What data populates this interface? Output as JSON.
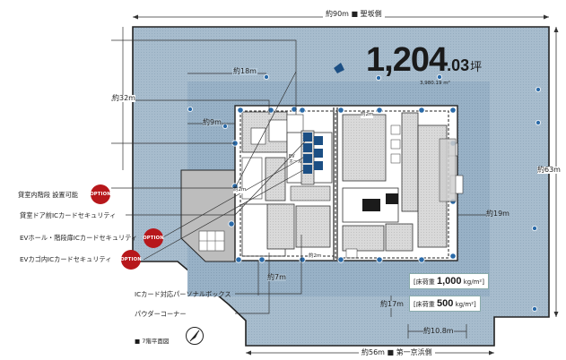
{
  "area": {
    "value_int": "1,204",
    "value_dec": ".03",
    "unit": "坪",
    "sqm": "3,980.19 m²"
  },
  "orientation": {
    "top": "聖坂側",
    "bottom": "第一京浜側"
  },
  "dimensions": {
    "top_width": "約90m",
    "bottom_width": "約56m",
    "right_height": "約63m",
    "left_height": "約32m",
    "inner_18": "約18m",
    "inner_9": "約9m",
    "inner_19": "約19m",
    "inner_7": "約7m",
    "inner_17": "約17m",
    "inner_10_8": "約10.8m",
    "core_2_top": "約2m",
    "core_2_side": "約2m",
    "core_2_bottom": "約2m"
  },
  "loads": [
    {
      "label": "床荷重",
      "value": "1,000",
      "unit": "kg/m²"
    },
    {
      "label": "床荷重",
      "value": "500",
      "unit": "kg/m²"
    }
  ],
  "callouts": [
    {
      "text": "貸室内階段 設置可能",
      "option": true
    },
    {
      "text": "貸室ドア前ICカードセキュリティ",
      "option": false
    },
    {
      "text": "EVホール・階段扉ICカードセキュリティ",
      "option": true
    },
    {
      "text": "EVカゴ内ICカードセキュリティ",
      "option": true
    },
    {
      "text": "ICカード対応パーソナルボックス",
      "option": false
    },
    {
      "text": "パウダーコーナー",
      "option": false
    }
  ],
  "option_label": "OPTION",
  "floor_note": "■ 7階平面図",
  "ev_label": "EV\nホール",
  "colors": {
    "floor": "#9fb6c9",
    "zone": "#b6cbdc",
    "accent": "#b7171b",
    "wall": "#222222"
  }
}
